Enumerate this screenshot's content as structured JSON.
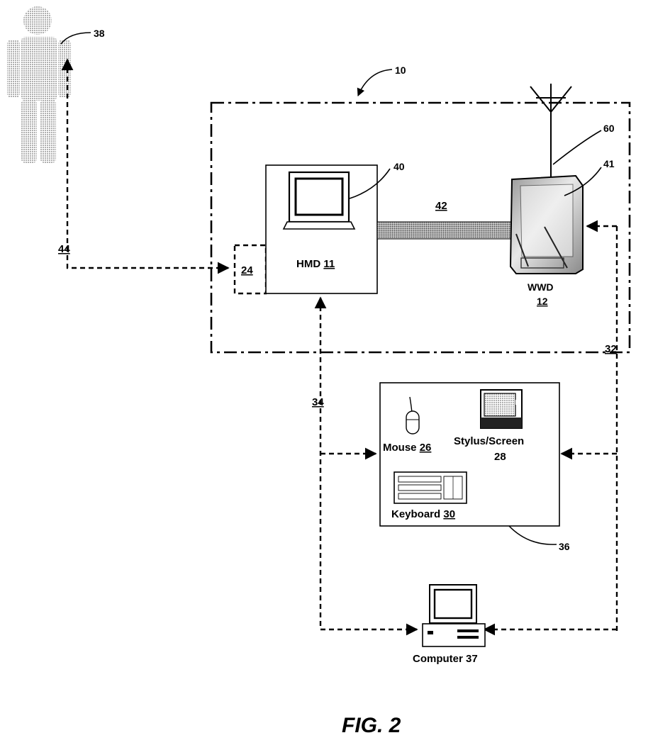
{
  "figure": {
    "title": "FIG. 2",
    "system_ref": "10",
    "user_ref": "38",
    "hmd": {
      "label": "HMD",
      "ref": "11",
      "display_ref": "40",
      "port_ref": "24"
    },
    "link_ref": "42",
    "wwd": {
      "label": "WWD",
      "ref": "12",
      "body_ref": "41",
      "antenna_ref": "60"
    },
    "path_refs": {
      "user_link": "44",
      "hmd_link": "34",
      "wwd_link": "32"
    },
    "input_devices": {
      "ref": "36",
      "mouse": {
        "label": "Mouse",
        "ref": "26"
      },
      "stylus": {
        "label": "Stylus/Screen",
        "ref": "28"
      },
      "keyboard": {
        "label": "Keyboard",
        "ref": "30"
      }
    },
    "computer": {
      "label": "Computer 37"
    }
  }
}
